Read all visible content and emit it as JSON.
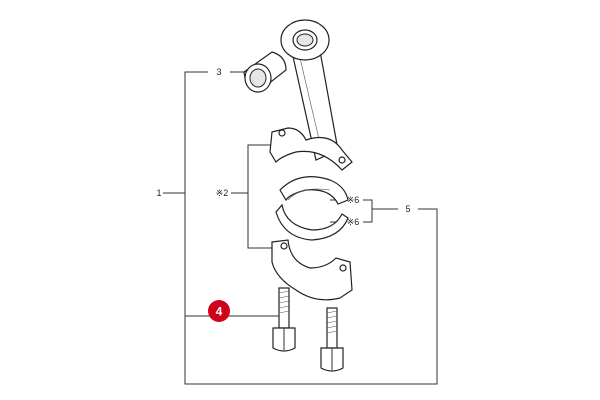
{
  "labels": {
    "item_1": "1",
    "item_2": "※2",
    "item_3": "3",
    "item_5": "5",
    "item_6_top": "※6",
    "item_6_bottom": "※6"
  },
  "callout": {
    "number": "4",
    "color": "#d0021b"
  }
}
